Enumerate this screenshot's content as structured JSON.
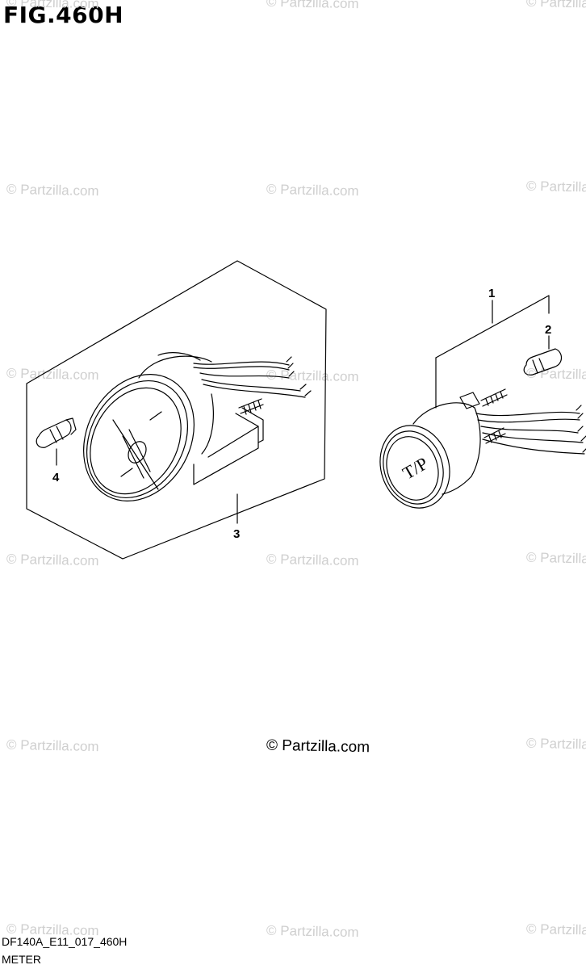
{
  "title": "FIG.460H",
  "watermark_text": "© Partzilla.com",
  "center_watermark_text": "© Partzilla.com",
  "footer": {
    "code": "DF140A_E11_017_460H",
    "name": "METER"
  },
  "callouts": [
    "1",
    "2",
    "3",
    "4"
  ],
  "gauge_face_text": "T/P"
}
